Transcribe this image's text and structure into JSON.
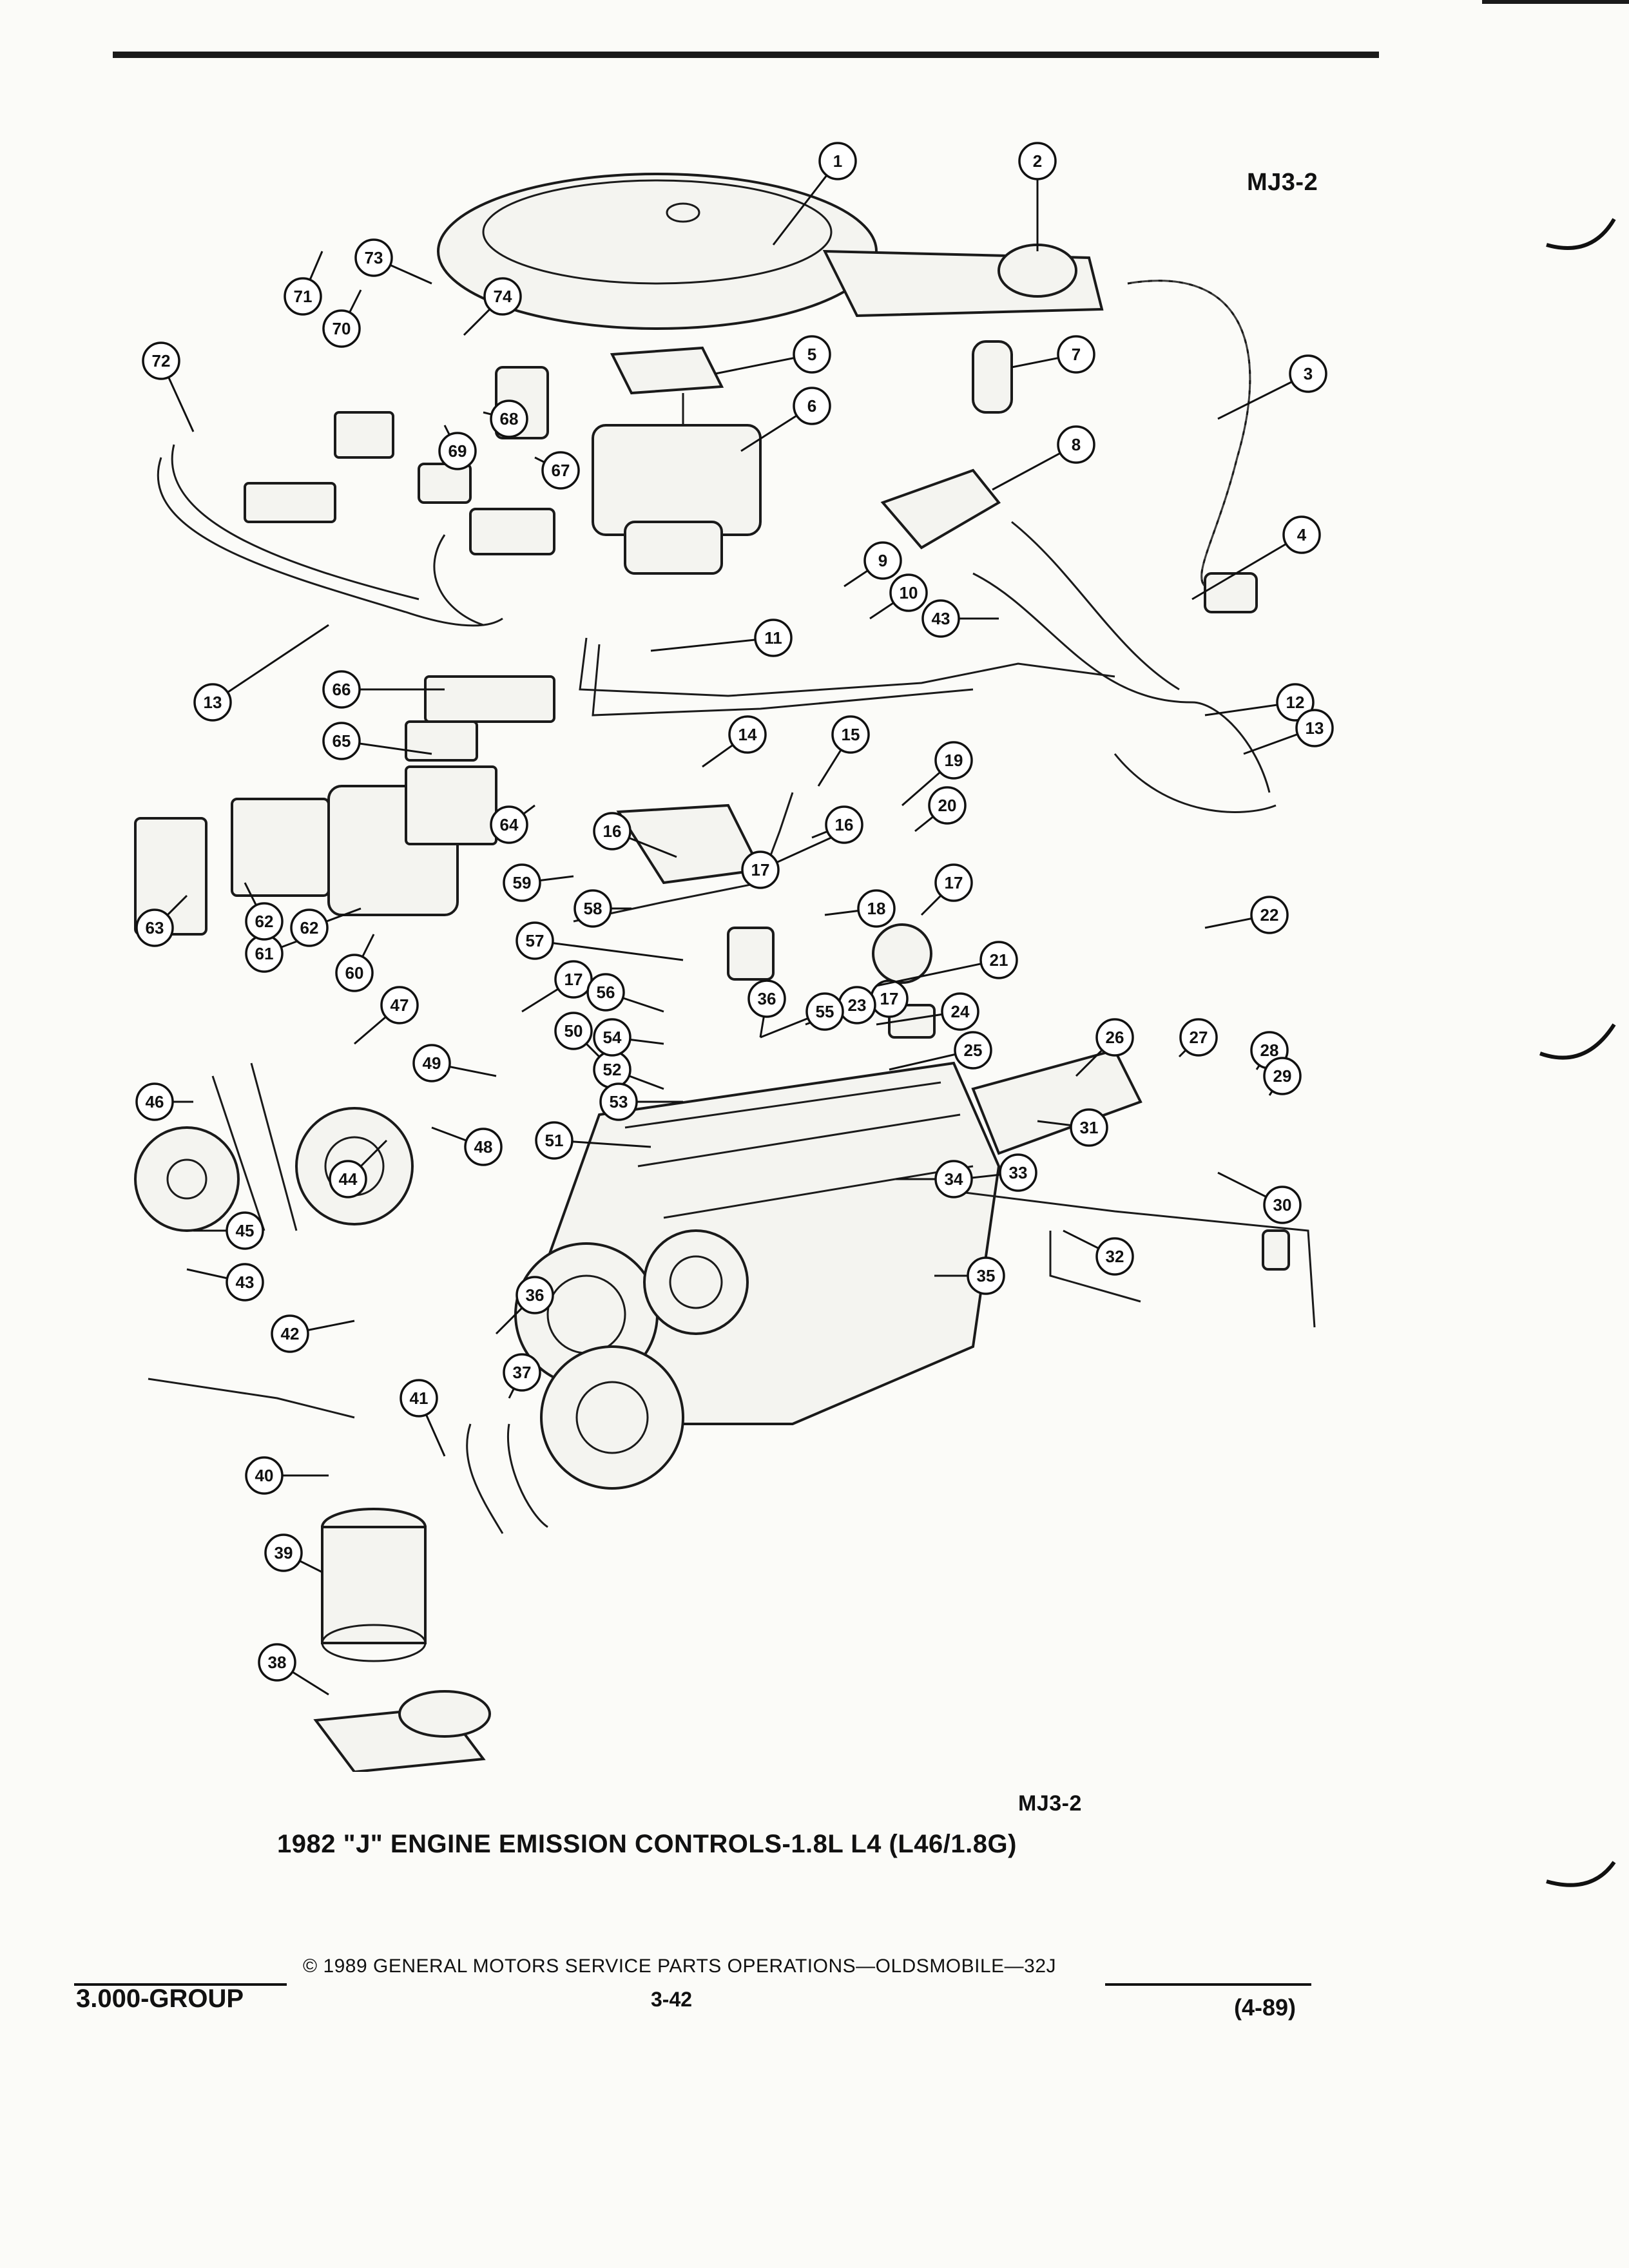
{
  "header": {
    "figure_code_top": "MJ3-2"
  },
  "figure": {
    "figure_code_bottom": "MJ3-2",
    "caption": "1982 \"J\" ENGINE EMISSION CONTROLS-1.8L L4 (L46/1.8G)"
  },
  "callouts": [
    "1",
    "2",
    "3",
    "4",
    "5",
    "6",
    "7",
    "8",
    "9",
    "10",
    "11",
    "12",
    "13",
    "13",
    "14",
    "15",
    "16",
    "16",
    "17",
    "17",
    "17",
    "17",
    "18",
    "19",
    "20",
    "21",
    "22",
    "23",
    "24",
    "25",
    "26",
    "27",
    "28",
    "29",
    "30",
    "31",
    "32",
    "33",
    "34",
    "35",
    "36",
    "36",
    "37",
    "38",
    "39",
    "40",
    "41",
    "42",
    "43",
    "43",
    "44",
    "45",
    "46",
    "47",
    "48",
    "49",
    "50",
    "51",
    "52",
    "53",
    "54",
    "55",
    "56",
    "57",
    "58",
    "59",
    "60",
    "61",
    "62",
    "62",
    "63",
    "64",
    "65",
    "66",
    "67",
    "68",
    "69",
    "70",
    "71",
    "72",
    "73",
    "74"
  ],
  "footer": {
    "group_label": "3.000-GROUP",
    "copyright": "© 1989 GENERAL MOTORS SERVICE PARTS OPERATIONS—OLDSMOBILE—32J",
    "page_number": "3-42",
    "revision_date": "(4-89)"
  }
}
